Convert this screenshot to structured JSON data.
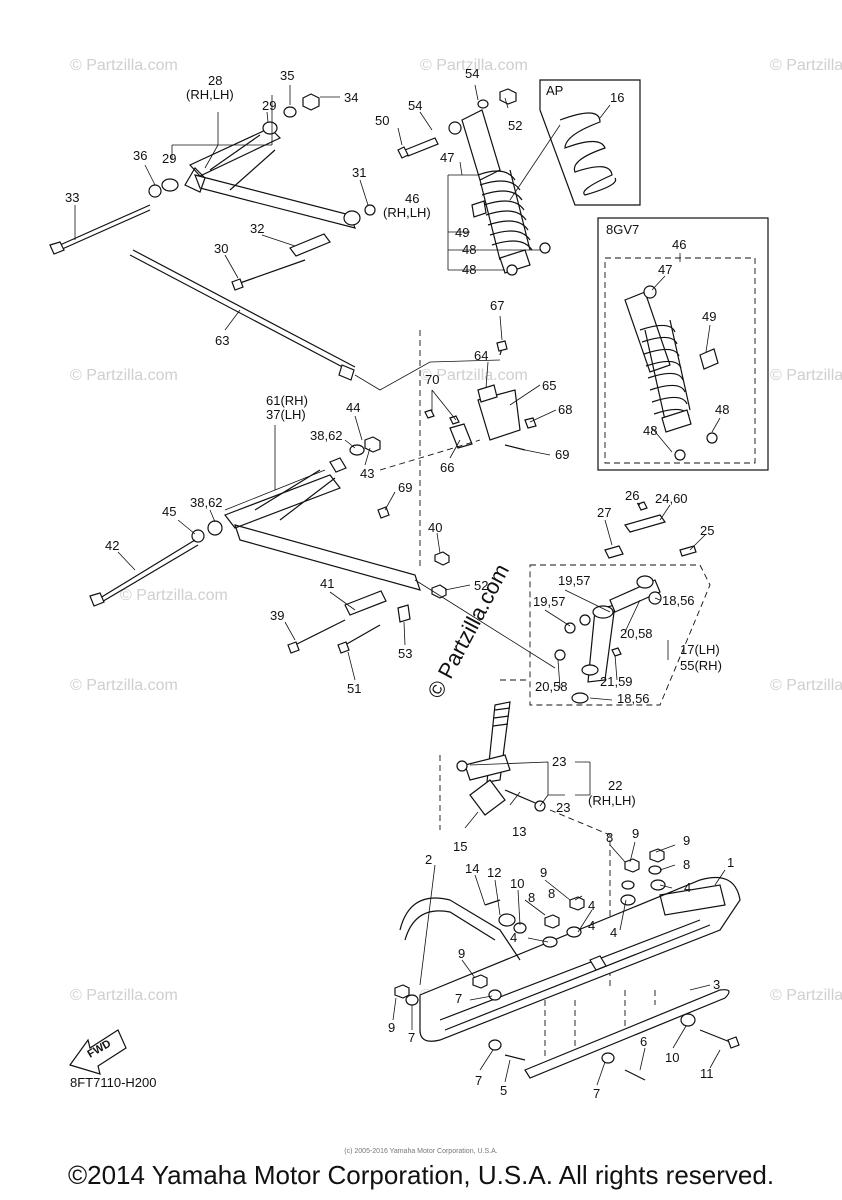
{
  "diagram": {
    "code": "8FT7110-H200",
    "fwd_label": "FWD",
    "box_ap_title": "AP",
    "box_variant_title": "8GV7",
    "center_watermark": "© Partzilla.com",
    "watermark": "© Partzilla.com",
    "callouts": {
      "c1": "1",
      "c2": "2",
      "c3": "3",
      "c4a": "4",
      "c4b": "4",
      "c4c": "4",
      "c4d": "4",
      "c4e": "4",
      "c5": "5",
      "c6": "6",
      "c7a": "7",
      "c7b": "7",
      "c7c": "7",
      "c7d": "7",
      "c8a": "8",
      "c8b": "8",
      "c8c": "8",
      "c8d": "8",
      "c9a": "9",
      "c9b": "9",
      "c9c": "9",
      "c9d": "9",
      "c9e": "9",
      "c10a": "10",
      "c10b": "10",
      "c11": "11",
      "c12": "12",
      "c13": "13",
      "c14": "14",
      "c15": "15",
      "c16": "16",
      "c17": "17(LH)",
      "c55": "55(RH)",
      "c1856a": "18,56",
      "c1856b": "18,56",
      "c1957a": "19,57",
      "c1957b": "19,57",
      "c2058a": "20,58",
      "c2058b": "20,58",
      "c2159": "21,59",
      "c22": "22",
      "c22b": "(RH,LH)",
      "c23a": "23",
      "c23b": "23",
      "c2460": "24,60",
      "c25": "25",
      "c26": "26",
      "c27": "27",
      "c28": "28",
      "c28b": "(RH,LH)",
      "c29a": "29",
      "c29b": "29",
      "c30": "30",
      "c31": "31",
      "c32": "32",
      "c33": "33",
      "c34": "34",
      "c35": "35",
      "c36": "36",
      "c61": "61(RH)",
      "c37": "37(LH)",
      "c3862a": "38,62",
      "c3862b": "38,62",
      "c39": "39",
      "c40": "40",
      "c41": "41",
      "c42": "42",
      "c43": "43",
      "c44": "44",
      "c45": "45",
      "c46a": "46",
      "c46b": "(RH,LH)",
      "c46c": "46",
      "c47a": "47",
      "c47b": "47",
      "c48a": "48",
      "c48b": "48",
      "c48c": "48",
      "c48d": "48",
      "c49a": "49",
      "c49b": "49",
      "c50": "50",
      "c51": "51",
      "c52a": "52",
      "c52b": "52",
      "c53": "53",
      "c54a": "54",
      "c54b": "54",
      "c63": "63",
      "c64": "64",
      "c65": "65",
      "c66": "66",
      "c67": "67",
      "c68": "68",
      "c69a": "69",
      "c69b": "69",
      "c70": "70"
    }
  },
  "footer": {
    "copyright": "©2014 Yamaha Motor Corporation, U.S.A. All rights reserved.",
    "small_copyright": "(c) 2005-2016 Yamaha Motor Corporation, U.S.A."
  }
}
